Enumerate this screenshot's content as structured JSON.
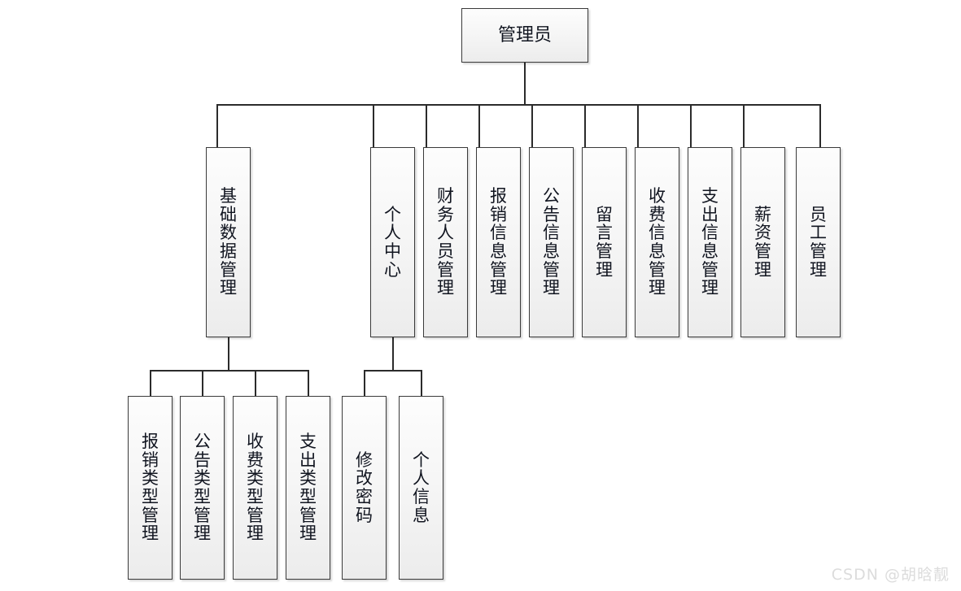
{
  "diagram": {
    "title": "管理员",
    "root": {
      "label": "管理员"
    },
    "level2": [
      {
        "label": "基础数据管理"
      },
      {
        "label": "个人中心"
      },
      {
        "label": "财务人员管理"
      },
      {
        "label": "报销信息管理"
      },
      {
        "label": "公告信息管理"
      },
      {
        "label": "留言管理"
      },
      {
        "label": "收费信息管理"
      },
      {
        "label": "支出信息管理"
      },
      {
        "label": "薪资管理"
      },
      {
        "label": "员工管理"
      }
    ],
    "basic_data_children": [
      {
        "label": "报销类型管理"
      },
      {
        "label": "公告类型管理"
      },
      {
        "label": "收费类型管理"
      },
      {
        "label": "支出类型管理"
      }
    ],
    "personal_center_children": [
      {
        "label": "修改密码"
      },
      {
        "label": "个人信息"
      }
    ]
  },
  "watermark": {
    "text": "CSDN @胡晗靓"
  },
  "colors": {
    "node_border": "#3a3a3a",
    "node_fill": "#f2f2f2",
    "line": "#2b2b2b",
    "text": "#111520",
    "watermark": "#dcdcdc",
    "background": "#ffffff"
  }
}
